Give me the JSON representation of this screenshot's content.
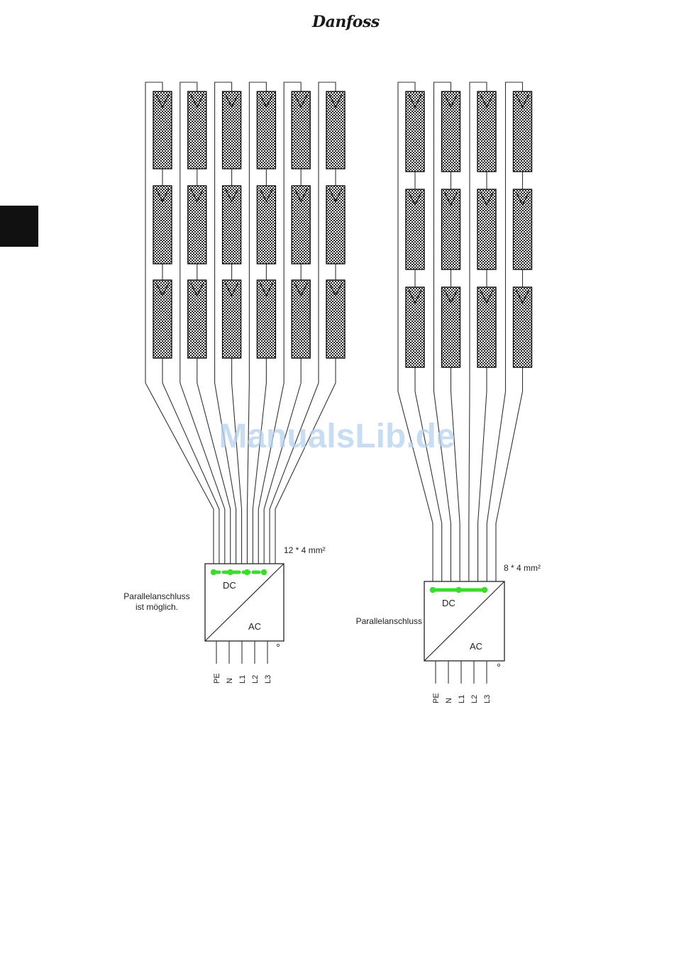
{
  "header": {
    "logo": "Danfoss"
  },
  "watermark": "ManualsLib.de",
  "diagrams": [
    {
      "strings": 6,
      "modules_per_string": 3,
      "cable_label": "12 * 4 mm²",
      "box_labels": {
        "dc": "DC",
        "ac": "AC"
      },
      "parallel_note": [
        "Parallelanschluss",
        "ist möglich."
      ],
      "terminals": [
        "PE",
        "N",
        "L1",
        "L2",
        "L3"
      ],
      "connector_style": "dashed",
      "connector_color": "#3bdc2c"
    },
    {
      "strings": 4,
      "modules_per_string": 3,
      "cable_label": "8 * 4 mm²",
      "box_labels": {
        "dc": "DC",
        "ac": "AC"
      },
      "parallel_note": [
        "Parallelanschluss"
      ],
      "terminals": [
        "PE",
        "N",
        "L1",
        "L2",
        "L3"
      ],
      "connector_style": "solid",
      "connector_color": "#3bdc2c"
    }
  ]
}
